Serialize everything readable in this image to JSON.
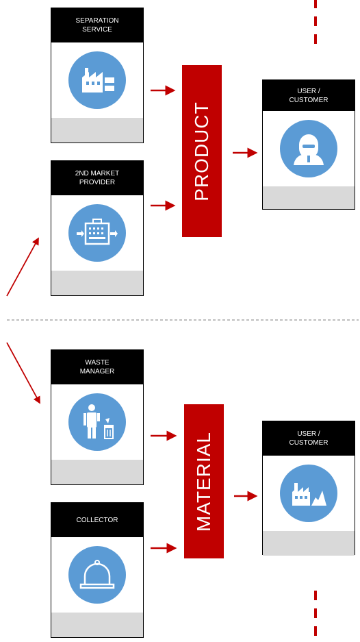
{
  "product": {
    "label": "PRODUCT",
    "sources": [
      {
        "title": "SEPARATION\nSERVICE",
        "icon": "factory-icon"
      },
      {
        "title": "2ND MARKET\nPROVIDER",
        "icon": "building-exchange-icon"
      }
    ],
    "target": {
      "title": "USER /\nCUSTOMER",
      "icon": "user-avatar-icon"
    }
  },
  "material": {
    "label": "MATERIAL",
    "sources": [
      {
        "title": "WASTE\nMANAGER",
        "icon": "person-trash-icon"
      },
      {
        "title": "COLLECTOR",
        "icon": "collection-bell-icon"
      }
    ],
    "target": {
      "title": "USER /\nCUSTOMER",
      "icon": "factory-material-icon"
    }
  },
  "colors": {
    "band": "#c00000",
    "icon_circle": "#5b9bd5",
    "card_header": "#000000",
    "card_footer": "#d9d9d9",
    "arrow": "#c00000",
    "divider": "#7f7f7f"
  }
}
